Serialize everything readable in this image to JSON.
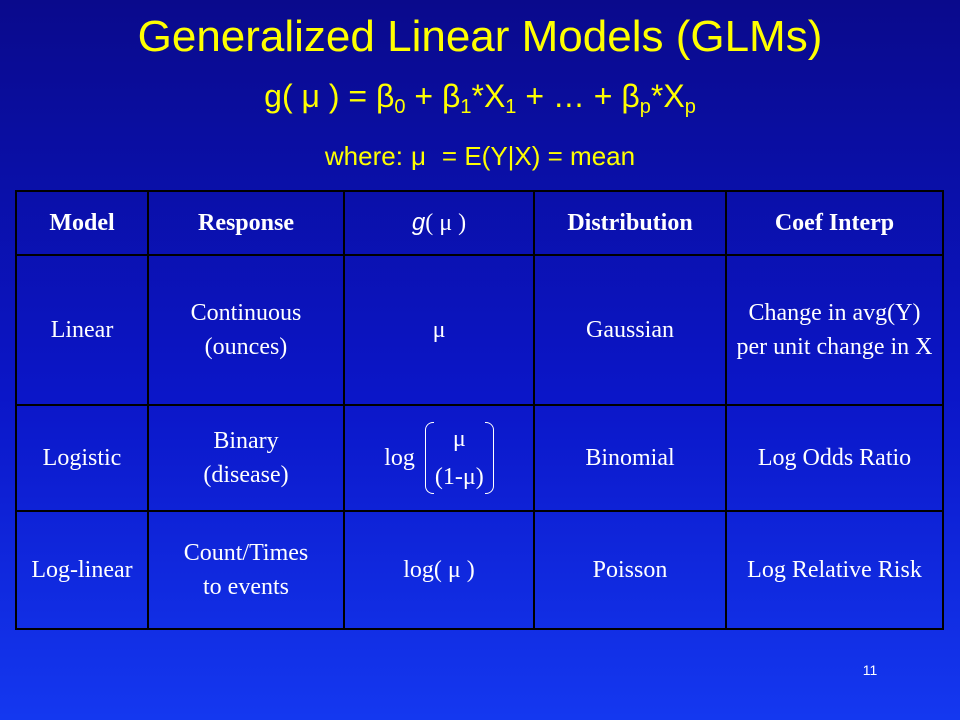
{
  "slide": {
    "title": "Generalized Linear Models (GLMs)",
    "formula": {
      "lhs": "g( μ ) = ",
      "b0": "β",
      "b0_sub": "0",
      "plus1": " + ",
      "b1": "β",
      "b1_sub": "1",
      "x1": "*X",
      "x1_sub": "1",
      "mid": " + … + ",
      "bp": "β",
      "bp_sub": "p",
      "xp": "*X",
      "xp_sub": "p"
    },
    "where": {
      "prefix": "where:",
      "mu": "μ",
      "rest": "= E(Y|X) = mean"
    },
    "slide_number": "11"
  },
  "table": {
    "headers": {
      "model": "Model",
      "response": "Response",
      "g_fn": "g",
      "g_arg": "( μ )",
      "distribution": "Distribution",
      "coef": "Coef Interp"
    },
    "rows": [
      {
        "model": "Linear",
        "response_l1": "Continuous",
        "response_l2": "(ounces)",
        "link": "μ",
        "distribution": "Gaussian",
        "coef": "Change in avg(Y) per unit change in X"
      },
      {
        "model": "Logistic",
        "response_l1": "Binary",
        "response_l2": "(disease)",
        "link_log": "log",
        "link_num": "μ",
        "link_den": "(1-μ)",
        "distribution": "Binomial",
        "coef": "Log Odds Ratio"
      },
      {
        "model": "Log-linear",
        "response_l1": "Count/Times",
        "response_l2": "to events",
        "link": "log( μ )",
        "distribution": "Poisson",
        "coef": "Log Relative Risk"
      }
    ]
  }
}
